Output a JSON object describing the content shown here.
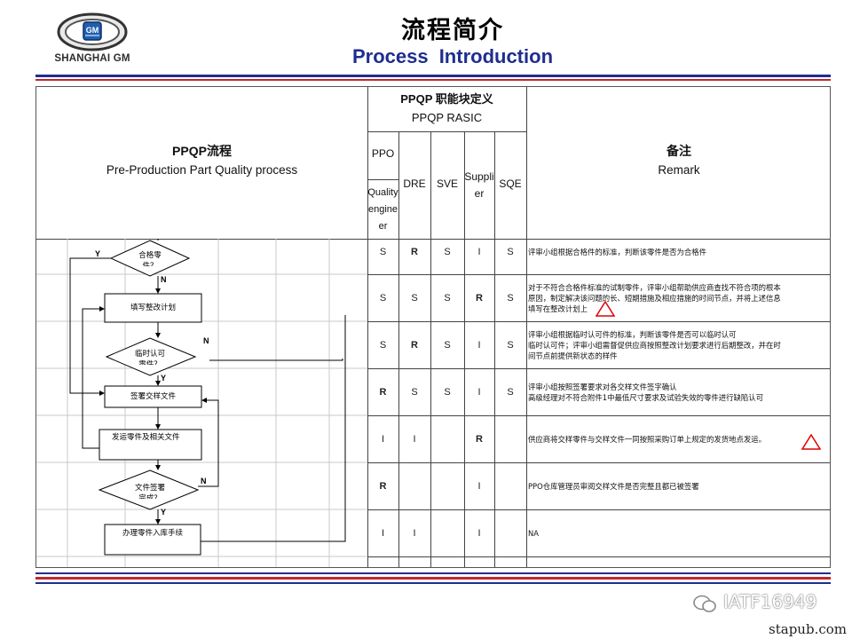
{
  "header": {
    "logo_text": "SHANGHAI GM",
    "logo_badge": "GM",
    "title_cn": "流程简介",
    "title_en": "Process  Introduction"
  },
  "table": {
    "process_cn": "PPQP流程",
    "process_en": "Pre-Production Part Quality process",
    "rasic_cn": "PPQP 职能块定义",
    "rasic_en": "PPQP RASIC",
    "remark_cn": "备注",
    "remark_en": "Remark",
    "columns": {
      "ppo": "PPO",
      "ppo_sub": [
        "Quality",
        "engine",
        "er"
      ],
      "dre": "DRE",
      "sve": "SVE",
      "supplier": [
        "Suppli",
        "er"
      ],
      "sqe": "SQE"
    },
    "rows": [
      {
        "ppo": "S",
        "dre": "R",
        "sve": "S",
        "supplier": "I",
        "sqe": "S",
        "remark": [
          "评审小组根据合格件的标准，判断该零件是否为合格件"
        ]
      },
      {
        "ppo": "S",
        "dre": "S",
        "sve": "S",
        "supplier": "R",
        "sqe": "S",
        "remark": [
          "对于不符合合格件标准的试制零件，评审小组帮助供应商查找不符合项的根本",
          "原因，制定解决该问题的长、短期措施及相应措施的时间节点，并将上述信息",
          "填写在整改计划上"
        ]
      },
      {
        "ppo": "S",
        "dre": "R",
        "sve": "S",
        "supplier": "I",
        "sqe": "S",
        "remark": [
          "评审小组根据临时认可件的标准，判断该零件是否可以临时认可",
          "临时认可件；评审小组需督促供应商按照整改计划要求进行后期整改，并在时",
          "间节点前提供新状态的样件"
        ]
      },
      {
        "ppo": "R",
        "dre": "S",
        "sve": "S",
        "supplier": "I",
        "sqe": "S",
        "remark": [
          "评审小组按照签署要求对各交样文件签字确认",
          "高级经理对不符合附件1中最低尺寸要求及试验失效的零件进行缺陷认可"
        ]
      },
      {
        "ppo": "I",
        "dre": "I",
        "sve": "",
        "supplier": "R",
        "sqe": "",
        "remark": [
          "供应商将交样零件与交样文件一同按照采购订单上规定的发货地点发运。"
        ]
      },
      {
        "ppo": "R",
        "dre": "",
        "sve": "",
        "supplier": "I",
        "sqe": "",
        "remark": [
          "PPO仓库管理员审阅交样文件是否完整且都已被签署"
        ]
      },
      {
        "ppo": "I",
        "dre": "I",
        "sve": "",
        "supplier": "I",
        "sqe": "",
        "remark": [
          "NA"
        ]
      }
    ]
  },
  "flow": {
    "n1": [
      "合格零",
      "件？"
    ],
    "n2": "填写整改计划",
    "n3": [
      "临时认可",
      "零件？"
    ],
    "n4": "签署交样文件",
    "n5": "发运零件及相关文件",
    "n6": [
      "文件签署",
      "完成？"
    ],
    "n7": "办理零件入库手续",
    "yes": "Y",
    "no": "N"
  },
  "footer": {
    "watermark": "IATF16949",
    "site": "stapub.com"
  },
  "colors": {
    "title_blue": "#1f2d8f",
    "rule_red": "#c0282b",
    "rule_blue": "#1f2d8f",
    "warning_red": "#e00000"
  }
}
